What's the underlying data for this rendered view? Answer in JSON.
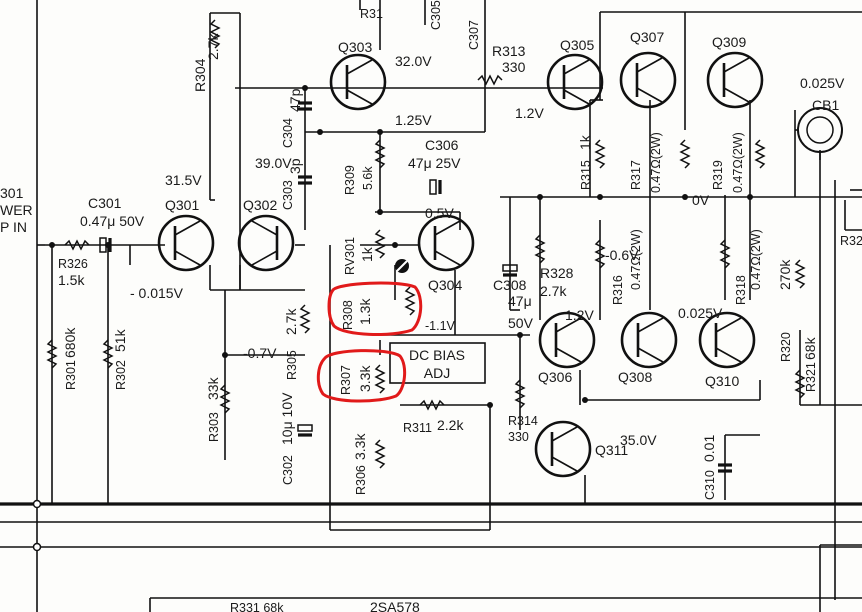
{
  "transistors": [
    {
      "id": "Q303",
      "label": "Q303"
    },
    {
      "id": "Q305",
      "label": "Q305"
    },
    {
      "id": "Q307",
      "label": "Q307"
    },
    {
      "id": "Q309",
      "label": "Q309"
    },
    {
      "id": "Q301",
      "label": "Q301"
    },
    {
      "id": "Q302",
      "label": "Q302"
    },
    {
      "id": "Q304",
      "label": "Q304"
    },
    {
      "id": "Q306",
      "label": "Q306"
    },
    {
      "id": "Q308",
      "label": "Q308"
    },
    {
      "id": "Q310",
      "label": "Q310"
    },
    {
      "id": "Q311",
      "label": "Q311"
    }
  ],
  "resistors": [
    {
      "id": "R304",
      "name": "R304",
      "value": "2.7k"
    },
    {
      "id": "R313",
      "name": "R313",
      "value": "330"
    },
    {
      "id": "R309",
      "name": "R309",
      "value": "5.6k"
    },
    {
      "id": "R315",
      "name": "R315",
      "value": "1k"
    },
    {
      "id": "R317",
      "name": "R317",
      "value": "0.47Ω(2W)"
    },
    {
      "id": "R319",
      "name": "R319",
      "value": "0.47Ω(2W)"
    },
    {
      "id": "RV301",
      "name": "RV301",
      "value": "1k"
    },
    {
      "id": "R308",
      "name": "R308",
      "value": "1.3k"
    },
    {
      "id": "R307",
      "name": "R307",
      "value": "3.3k"
    },
    {
      "id": "R305",
      "name": "R305",
      "value": "2.7k"
    },
    {
      "id": "R326",
      "name": "R326",
      "value": "1.5k"
    },
    {
      "id": "R301",
      "name": "R301",
      "value": "680k"
    },
    {
      "id": "R302",
      "name": "R302",
      "value": "51k"
    },
    {
      "id": "R303",
      "name": "R303",
      "value": "33k"
    },
    {
      "id": "R306",
      "name": "R306",
      "value": "3.3k"
    },
    {
      "id": "R311",
      "name": "R311",
      "value": "2.2k"
    },
    {
      "id": "R314",
      "name": "R314",
      "value": "330"
    },
    {
      "id": "R328",
      "name": "R328",
      "value": "2.7k"
    },
    {
      "id": "R316",
      "name": "R316",
      "value": "0.47Ω(2W)"
    },
    {
      "id": "R318",
      "name": "R318",
      "value": "0.47Ω(2W)"
    },
    {
      "id": "R320",
      "name": "R320",
      "value": "270k"
    },
    {
      "id": "R321",
      "name": "R321",
      "value": "68k"
    }
  ],
  "capacitors": [
    {
      "id": "C304",
      "name": "C304",
      "value": "47p"
    },
    {
      "id": "C303",
      "name": "C303",
      "value": "3p"
    },
    {
      "id": "C306",
      "name": "C306",
      "value": "47μ 25V"
    },
    {
      "id": "C301",
      "name": "C301",
      "value": "0.47μ 50V"
    },
    {
      "id": "C302",
      "name": "C302",
      "value": "10μ 10V"
    },
    {
      "id": "C308",
      "name": "C308",
      "value": "47μ"
    },
    {
      "id": "C308v",
      "name": "",
      "value": "50V"
    },
    {
      "id": "C310",
      "name": "C310",
      "value": "0.01"
    },
    {
      "id": "C305",
      "name": "C305",
      "value": ""
    },
    {
      "id": "C307",
      "name": "C307",
      "value": ""
    }
  ],
  "voltages": [
    {
      "id": "v320",
      "text": "32.0V"
    },
    {
      "id": "v125",
      "text": "1.25V"
    },
    {
      "id": "v12",
      "text": "1.2V"
    },
    {
      "id": "v0025a",
      "text": "0.025V"
    },
    {
      "id": "v390",
      "text": "39.0V"
    },
    {
      "id": "v315",
      "text": "31.5V"
    },
    {
      "id": "v05",
      "text": "0.5V"
    },
    {
      "id": "v0v",
      "text": "0V"
    },
    {
      "id": "v06",
      "text": "-0.6V"
    },
    {
      "id": "v0015",
      "text": "- 0.015V"
    },
    {
      "id": "v07",
      "text": "-0.7V"
    },
    {
      "id": "v11",
      "text": "-1.1V"
    },
    {
      "id": "v12b",
      "text": "1.2V"
    },
    {
      "id": "v0025b",
      "text": "0.025V"
    },
    {
      "id": "v350",
      "text": "35.0V"
    }
  ],
  "dc_bias_box": {
    "line1": "DC BIAS",
    "line2": "ADJ"
  },
  "breaker": {
    "label": "CB1"
  },
  "left_edge": {
    "l1": "301",
    "l2": "WER",
    "l3": "P IN"
  },
  "partial_labels": {
    "r31x": "R31",
    "r32x": "R32",
    "bottom_text": "R331 68k",
    "bottom_text2": "2SA578"
  },
  "annotation_color": "#e11a1a"
}
